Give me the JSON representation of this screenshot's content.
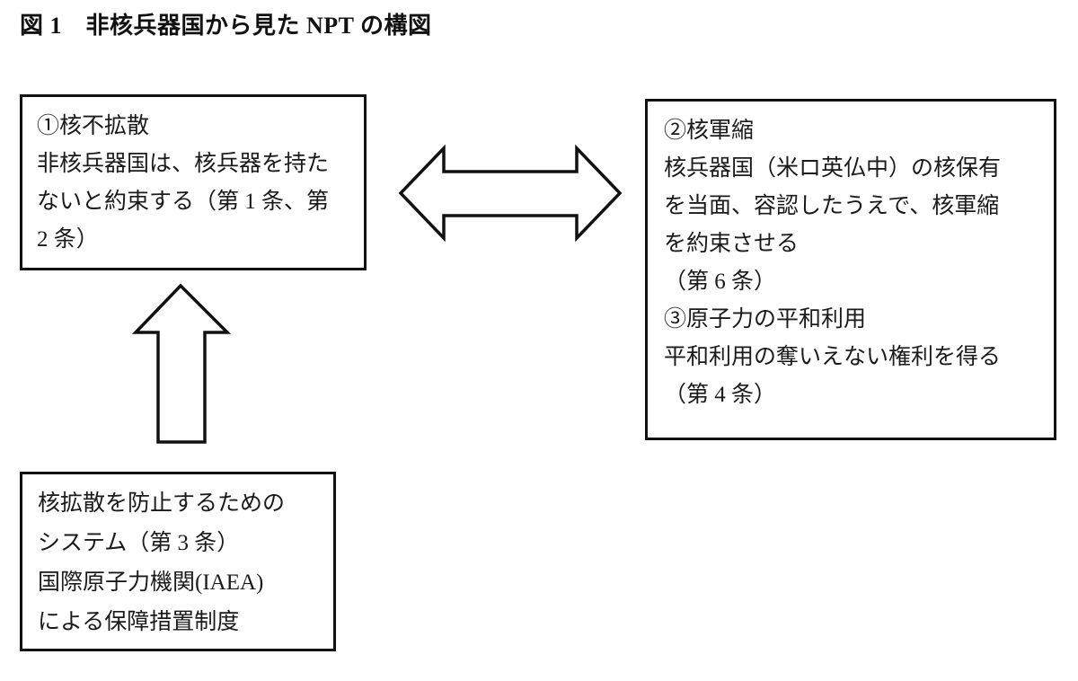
{
  "figure": {
    "title": "図 1　非核兵器国から見た NPT の構図"
  },
  "boxes": {
    "nonproliferation": {
      "name": "①核不拡散",
      "text": "①核不拡散\n非核兵器国は、核兵器を持た\nないと約束する（第 1 条、第\n2 条）"
    },
    "disarmament": {
      "name": "②核軍縮／③原子力の平和利用",
      "text": "②核軍縮\n核兵器国（米ロ英仏中）の核保有\nを当面、容認したうえで、核軍縮\nを約束させる\n（第 6 条）\n③原子力の平和利用\n平和利用の奪いえない権利を得る\n（第 4 条）"
    },
    "safeguards": {
      "name": "核拡散防止システム",
      "text": "核拡散を防止するための\nシステム（第 3 条）\n国際原子力機関(IAEA)\nによる保障措置制度"
    }
  },
  "arrows": {
    "bidirectional": {
      "icon": "double-headed-horizontal-arrow-icon",
      "meaning": "①核不拡散 と ②核軍縮・③原子力の平和利用 の相互関係"
    },
    "up": {
      "icon": "up-arrow-icon",
      "meaning": "保障措置制度が核不拡散を支える"
    }
  },
  "colors": {
    "ink": "#111111",
    "text": "#1a1a1a",
    "background": "#ffffff"
  }
}
